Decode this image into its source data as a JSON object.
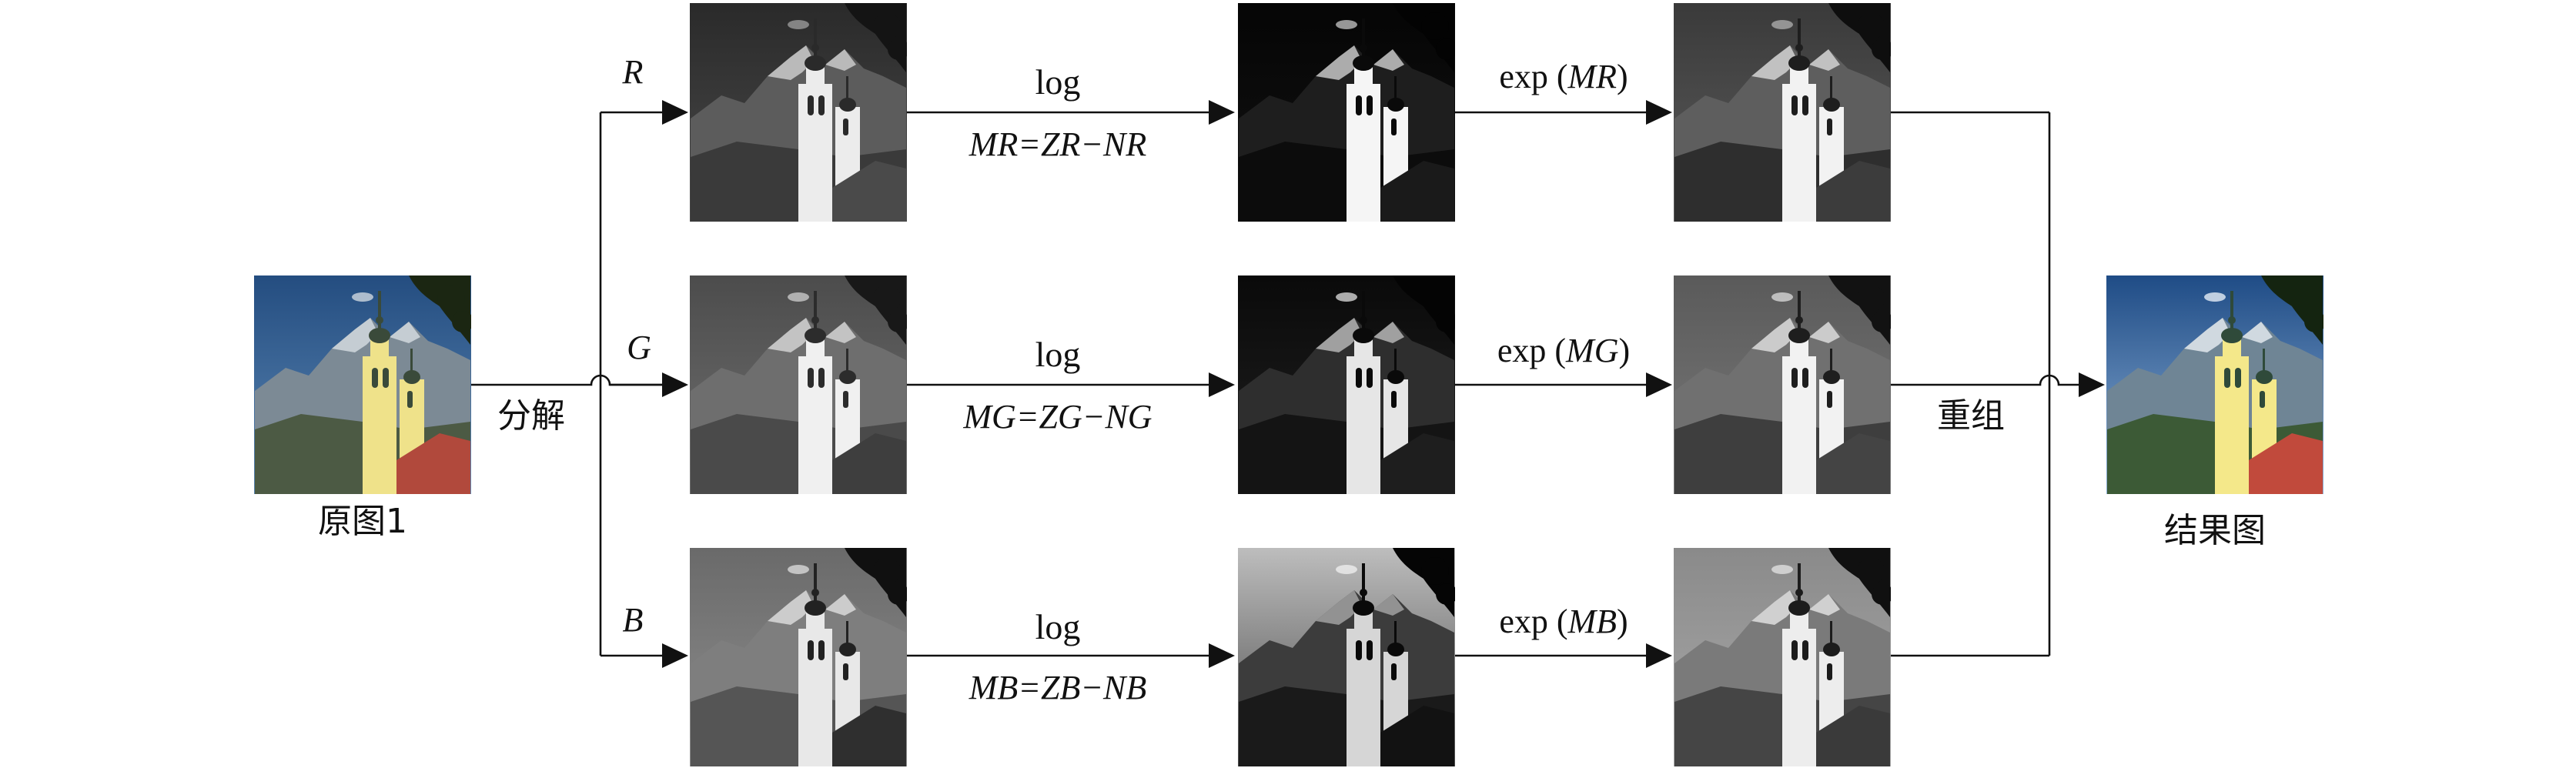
{
  "labels": {
    "original": "原图1",
    "decompose": "分解",
    "recombine": "重组",
    "result": "结果图"
  },
  "channels": [
    {
      "name": "R",
      "op": "log",
      "formula": "MR=ZR−NR",
      "exp_prefix": "exp (",
      "exp_var": "MR",
      "exp_suffix": ")"
    },
    {
      "name": "G",
      "op": "log",
      "formula": "MG=ZG−NG",
      "exp_prefix": "exp (",
      "exp_var": "MG",
      "exp_suffix": ")"
    },
    {
      "name": "B",
      "op": "log",
      "formula": "MB=ZB−NB",
      "exp_prefix": "exp (",
      "exp_var": "MB",
      "exp_suffix": ")"
    }
  ],
  "colors": {
    "line": "#111111",
    "sky_blue": "#3c6fa2",
    "mountain": "#8a8f94",
    "tower": "#f2e79a",
    "roof": "#b6493b",
    "foliage": "#1a2412"
  },
  "icons": [
    "photo-thumbnail",
    "arrow-right",
    "line-crossing-hop"
  ]
}
